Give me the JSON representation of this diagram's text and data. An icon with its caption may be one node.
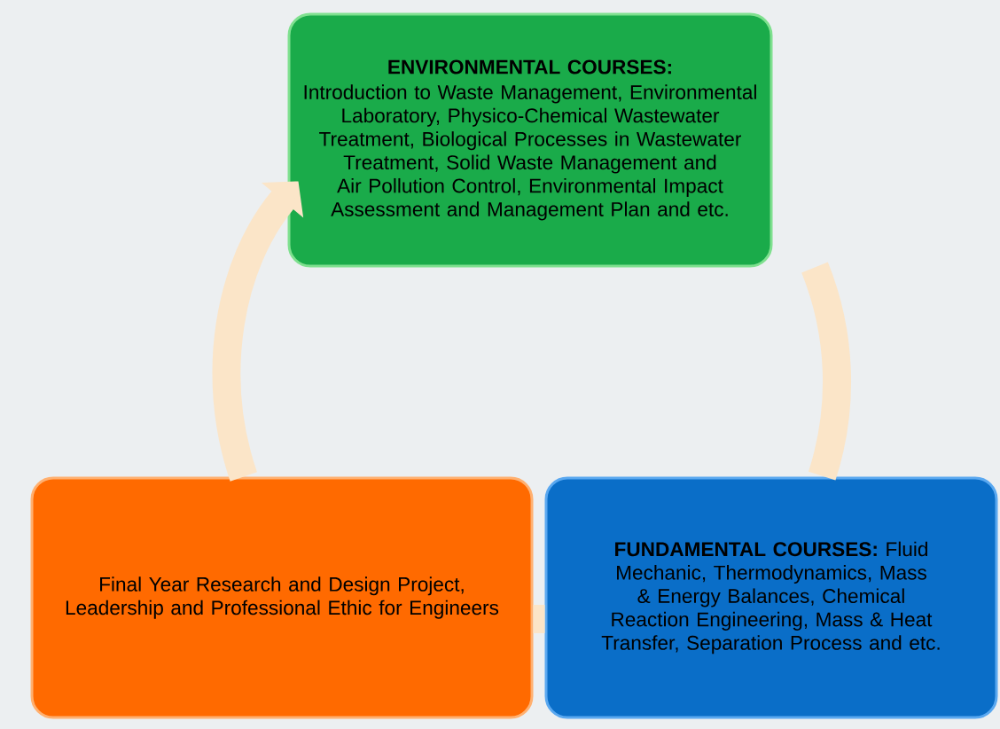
{
  "diagram": {
    "nodes": [
      {
        "text": [
          "ENVIRONMENTAL COURSES:",
          "Introduction to Waste Management, Environmental Laboratory, Physico-Chemical Wastewater Treatment, Biological Processes in Wastewater Treatment, Solid Waste Management and Air Pollution Control, Environmental Impact Assessment and Management Plan and etc."
        ]
      },
      {
        "text": [
          "**FUNDAMENTAL COURSES:** Fluid Mechanic, Thermodynamics, Mass & Energy Balances, Chemical Reaction Engineering, Mass & Heat Transfer, Separation Process and etc."
        ]
      },
      {
        "text": [
          "Final Year Research and Design Project, Leadership and Professional Ethic for Engineers"
        ]
      }
    ],
    "edges": [
      {
        "from": 2,
        "to": 0,
        "arrow": "to"
      },
      {
        "from": 0,
        "to": 1,
        "arrow": "none"
      },
      {
        "from": 1,
        "to": 2,
        "arrow": "none"
      }
    ]
  }
}
